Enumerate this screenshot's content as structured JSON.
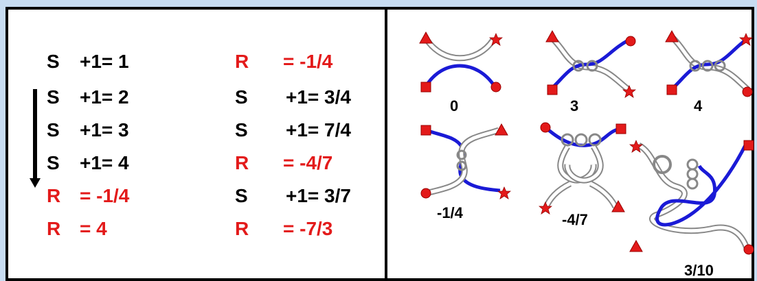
{
  "colors": {
    "black_text": "#000000",
    "red_text": "#e31a1a",
    "blue_strand": "#1a1ad6",
    "marker": "#e31a1a"
  },
  "left_column": [
    {
      "op": "S",
      "expr": "+1= 1",
      "color": "black"
    },
    {
      "op": "S",
      "expr": "+1= 2",
      "color": "black"
    },
    {
      "op": "S",
      "expr": "+1= 3",
      "color": "black"
    },
    {
      "op": "S",
      "expr": "+1= 4",
      "color": "black"
    },
    {
      "op": "R",
      "expr": "= -1/4",
      "color": "red"
    },
    {
      "op": "R",
      "expr": "= 4",
      "color": "red"
    }
  ],
  "right_column": [
    {
      "op": "R",
      "expr": "= -1/4",
      "color": "red"
    },
    {
      "op": "S",
      "expr": "+1= 3/4",
      "color": "black"
    },
    {
      "op": "S",
      "expr": "+1= 7/4",
      "color": "black"
    },
    {
      "op": "R",
      "expr": "= -4/7",
      "color": "red"
    },
    {
      "op": "S",
      "expr": "+1= 3/7",
      "color": "black"
    },
    {
      "op": "R",
      "expr": "= -7/3",
      "color": "red"
    }
  ],
  "tangle_labels": [
    "0",
    "3",
    "4",
    "-1/4",
    "-4/7",
    "3/10"
  ],
  "marker_icons": [
    "triangle-icon",
    "star-icon",
    "square-icon",
    "circle-icon"
  ]
}
